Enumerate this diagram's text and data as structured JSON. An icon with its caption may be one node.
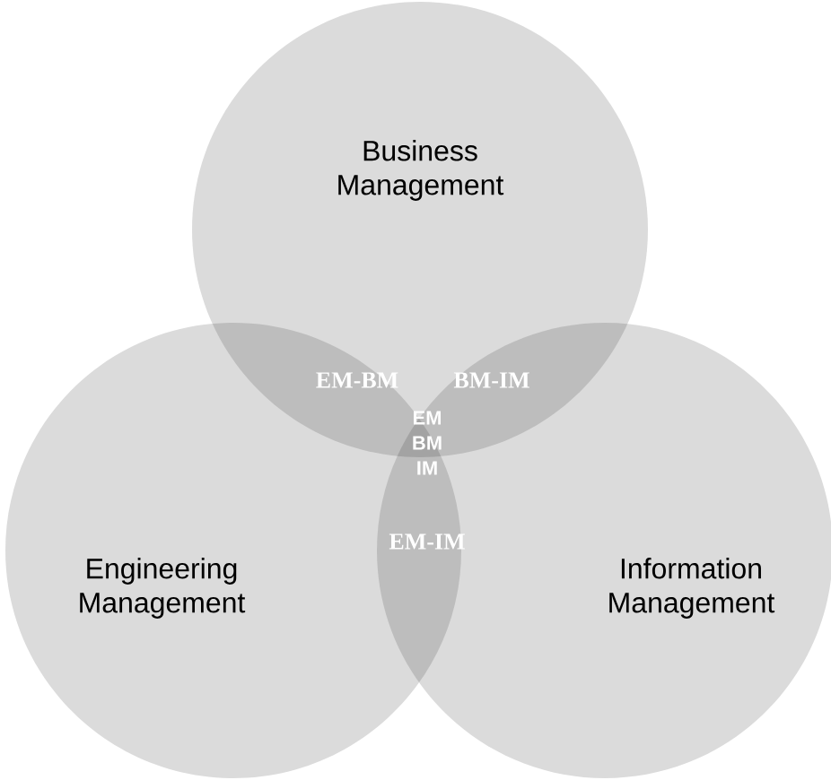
{
  "diagram": {
    "nodes": [
      {
        "text": [
          "Business Management"
        ]
      },
      {
        "text": [
          "Engineering Management"
        ]
      },
      {
        "text": [
          "Information Management"
        ]
      }
    ],
    "labels": [
      "EM-BM",
      "BM-IM",
      "EM BM IM",
      "EM-IM"
    ]
  }
}
